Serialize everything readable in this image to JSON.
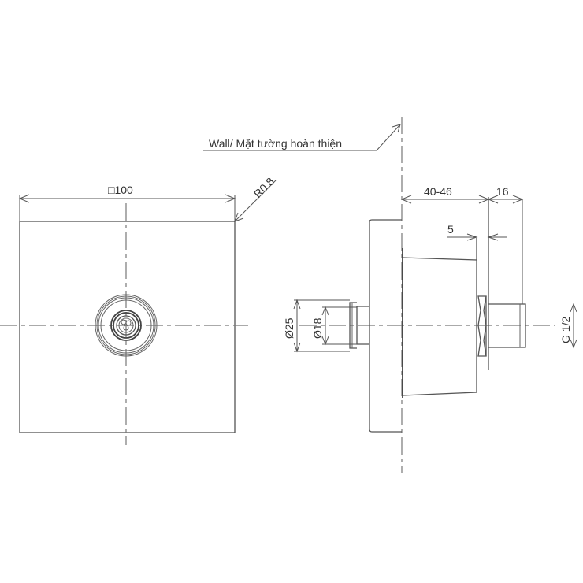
{
  "drawing": {
    "wall_label": "Wall/ Mặt tường hoàn thiện",
    "front_view": {
      "width_label": "□100",
      "radius_label": "R0.8"
    },
    "side_view": {
      "depth_label": "40-46",
      "thread_length_label": "16",
      "offset_label": "5",
      "outer_dia_label": "Ø25",
      "inner_dia_label": "Ø18",
      "thread_label": "G 1/2"
    },
    "colors": {
      "line": "#555555",
      "background": "#ffffff"
    }
  }
}
